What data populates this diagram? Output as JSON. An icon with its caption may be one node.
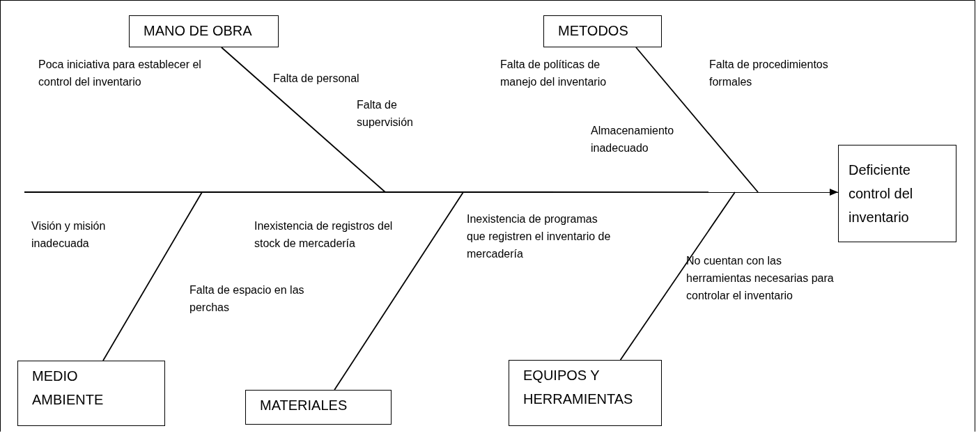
{
  "diagram": {
    "nodes": [
      {
        "text": [
          "MANO DE OBRA"
        ]
      },
      {
        "text": [
          "METODOS"
        ]
      },
      {
        "text": [
          "Deficiente control del inventario"
        ]
      },
      {
        "text": [
          "MEDIO AMBIENTE"
        ]
      },
      {
        "text": [
          "MATERIALES"
        ]
      },
      {
        "text": [
          "EQUIPOS Y HERRAMIENTAS"
        ]
      }
    ],
    "edges": [
      {
        "from": null,
        "to": 2,
        "arrow": "to"
      },
      {
        "from": 0,
        "to": null,
        "arrow": "none"
      },
      {
        "from": 1,
        "to": null,
        "arrow": "none"
      },
      {
        "from": 3,
        "to": null,
        "arrow": "none"
      },
      {
        "from": 4,
        "to": null,
        "arrow": "none"
      },
      {
        "from": 5,
        "to": null,
        "arrow": "none"
      }
    ],
    "labels": [
      "Poca iniciativa para establecer el control del inventario",
      "Falta de personal",
      "Falta de supervisión",
      "Falta de políticas de manejo del inventario",
      "Falta de procedimientos formales",
      "Almacenamiento inadecuado",
      "Visión y misión inadecuada",
      "Inexistencia de registros del stock de mercadería",
      "Inexistencia de programas que registren el inventario de mercadería",
      "No cuentan con las herramientas necesarias para controlar el inventario",
      "Falta de espacio en las perchas"
    ]
  }
}
